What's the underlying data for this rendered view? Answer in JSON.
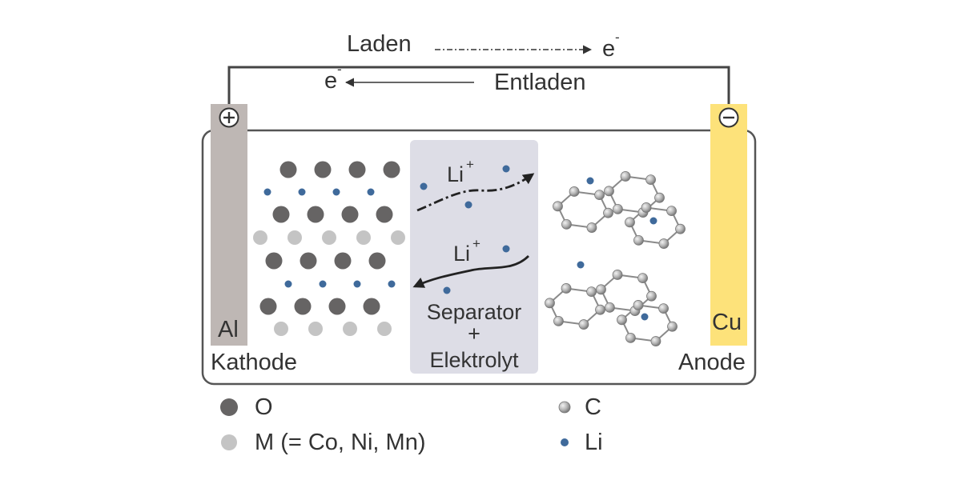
{
  "circuit": {
    "charge_label": "Laden",
    "discharge_label": "Entladen",
    "electron_symbol": "e",
    "electron_superscript": "-"
  },
  "cathode": {
    "label": "Kathode",
    "collector_label": "Al",
    "terminal_symbol": "+",
    "collector_color": "#beb7b4"
  },
  "anode": {
    "label": "Anode",
    "collector_label": "Cu",
    "terminal_symbol": "−",
    "collector_color": "#fde27a"
  },
  "separator": {
    "line1": "Separator",
    "line2": "+",
    "line3": "Elektrolyt",
    "ion_base": "Li",
    "ion_charge": "+",
    "region_color": "#dddde6"
  },
  "legend": {
    "items": [
      {
        "symbol": "O",
        "label": "O",
        "color": "#666464"
      },
      {
        "symbol": "M",
        "label": "M (= Co, Ni, Mn)",
        "color": "#c4c4c4"
      },
      {
        "symbol": "C",
        "label": "C",
        "color": "#a8a8a8"
      },
      {
        "symbol": "Li",
        "label": "Li",
        "color": "#3f6a9b"
      }
    ]
  },
  "colors": {
    "outline": "#555555",
    "text": "#333333",
    "lithium": "#3f6a9b",
    "oxygen": "#666464",
    "metal": "#c4c4c4",
    "carbon": "#a8a8a8"
  }
}
